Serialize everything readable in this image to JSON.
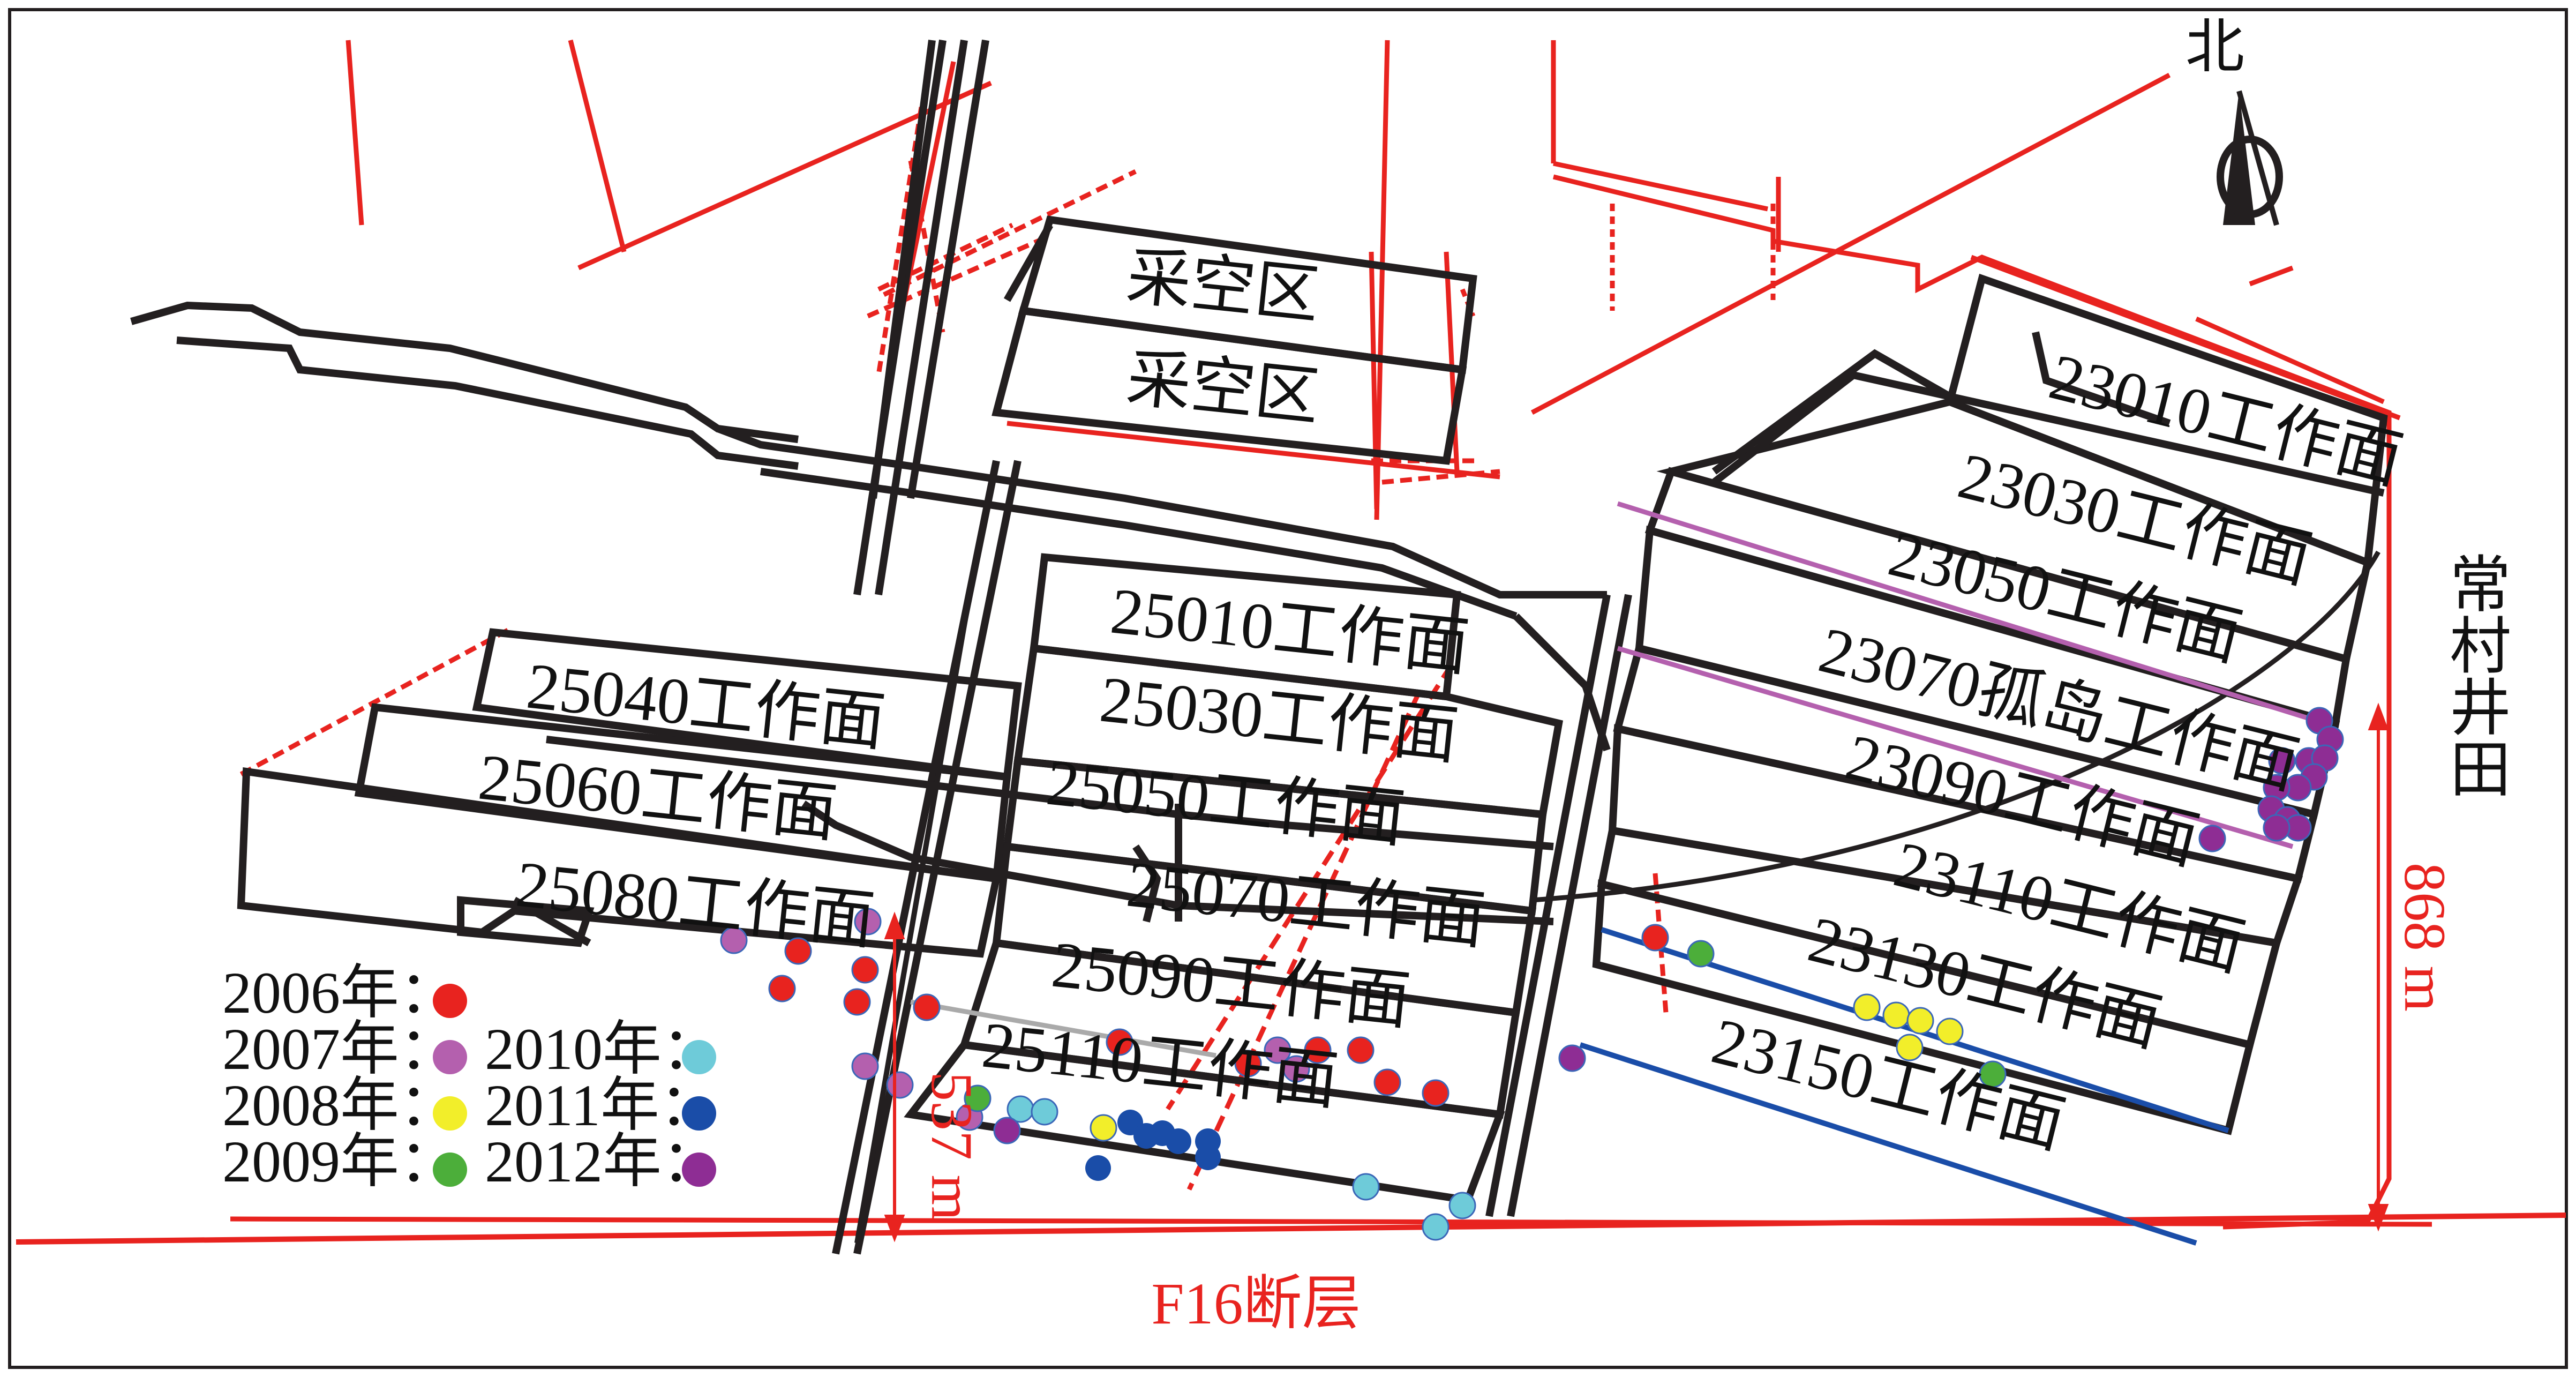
{
  "map": {
    "goaf_labels": [
      "采空区",
      "采空区"
    ],
    "west_panels": [
      "25010工作面",
      "25030工作面",
      "25050工作面",
      "25070工作面",
      "25090工作面",
      "25110工作面",
      "25040工作面",
      "25060工作面",
      "25080工作面"
    ],
    "east_panels": [
      "23010工作面",
      "23030工作面",
      "23050工作面",
      "23070孤岛工作面",
      "23090工作面",
      "23110工作面",
      "23130工作面",
      "23150工作面"
    ],
    "neighbor_field": "常村井田",
    "north_label": "北",
    "fault_label": "F16断层",
    "dim_west": "537 m",
    "dim_east": "868 m"
  },
  "legend": {
    "items": [
      {
        "label": "2006年：",
        "color": "#e8231f"
      },
      {
        "label": "2007年：",
        "color": "#b460ae"
      },
      {
        "label": "2008年：",
        "color": "#f2ee2a"
      },
      {
        "label": "2009年：",
        "color": "#4cae3a"
      },
      {
        "label": "2010年：",
        "color": "#6ecbd9"
      },
      {
        "label": "2011年：",
        "color": "#1a4da8"
      },
      {
        "label": "2012年：",
        "color": "#8e2d94"
      }
    ]
  },
  "colors": {
    "roadway": "#231f20",
    "fault": "#e8231f",
    "line_2007": "#b460ae",
    "line_2011": "#1a4da8"
  }
}
